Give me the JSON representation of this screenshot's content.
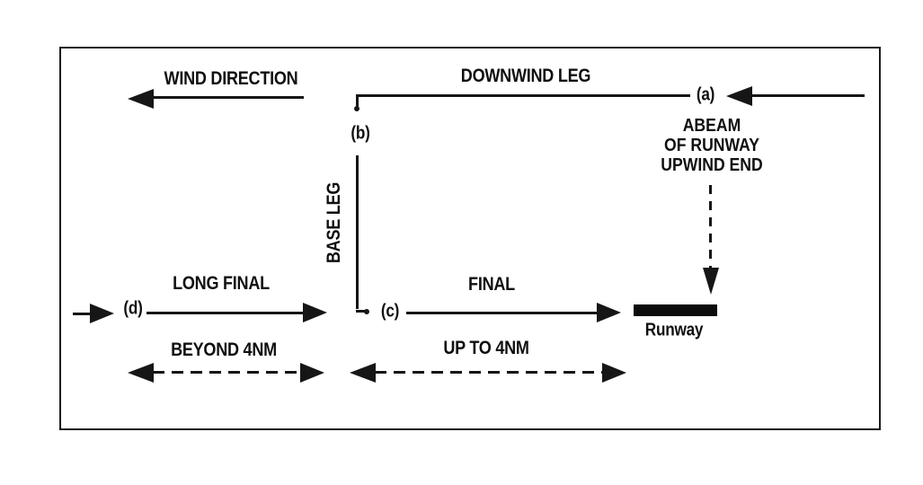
{
  "figure": {
    "colors": {
      "ink": "#161616",
      "background": "#ffffff"
    },
    "labels": {
      "wind_direction": "WIND DIRECTION",
      "downwind_leg": "DOWNWIND LEG",
      "base_leg": "BASE LEG",
      "final": "FINAL",
      "long_final": "LONG FINAL",
      "beyond_4nm": "BEYOND 4NM",
      "up_to_4nm": "UP TO 4NM",
      "runway": "Runway",
      "abeam": {
        "line1": "ABEAM",
        "line2": "OF RUNWAY",
        "line3": "UPWIND END"
      }
    },
    "markers": {
      "a": "(a)",
      "b": "(b)",
      "c": "(c)",
      "d": "(d)"
    }
  }
}
